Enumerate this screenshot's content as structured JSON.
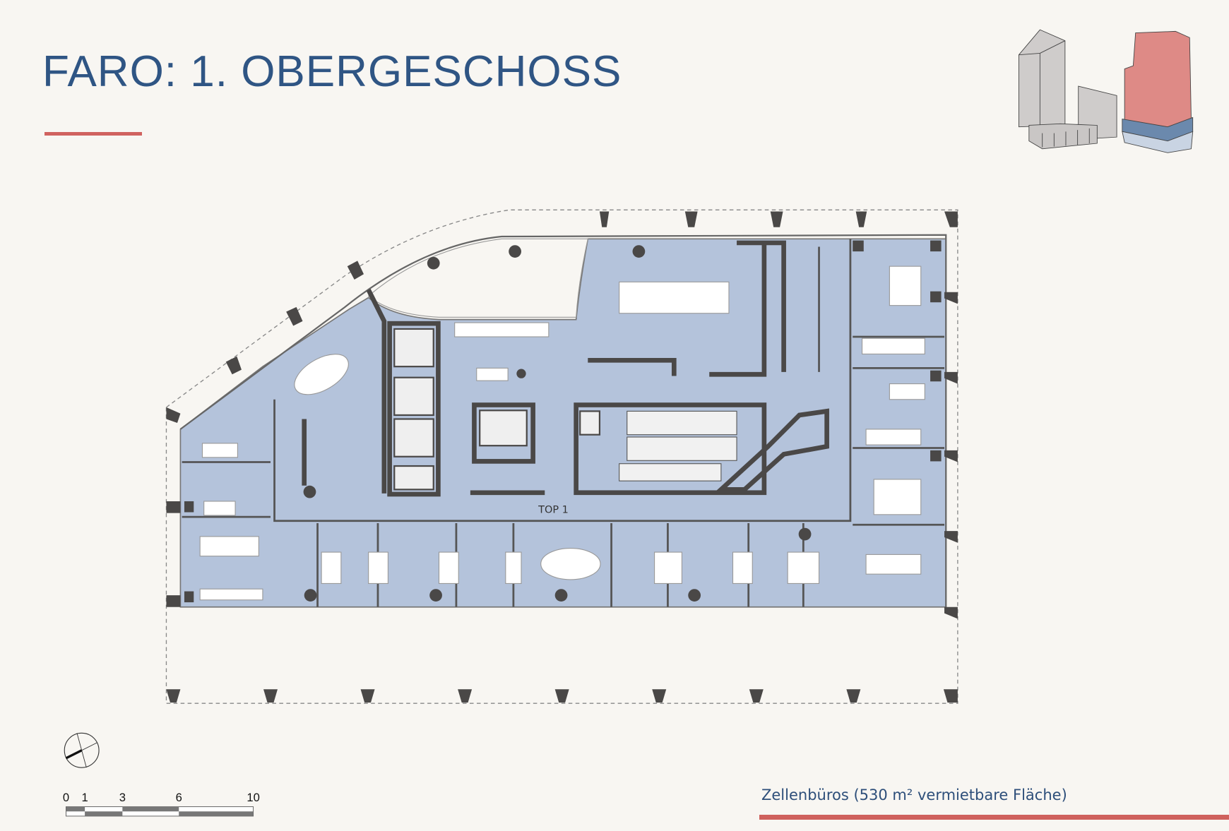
{
  "header": {
    "title": "FARO: 1. OBERGESCHOSS"
  },
  "plan": {
    "unit_label": "TOP 1"
  },
  "scale_bar": {
    "ticks": [
      "0",
      "1",
      "3",
      "6",
      "10"
    ]
  },
  "legend": {
    "caption": "Zellenbüros (530 m² vermietbare Fläche)"
  },
  "colors": {
    "accent": "#d0625f",
    "title": "#2f5584",
    "floor": "#b4c3db",
    "wall": "#4a4847",
    "highlight_building": "#de8a86",
    "highlight_floor": "#6b89ad"
  }
}
